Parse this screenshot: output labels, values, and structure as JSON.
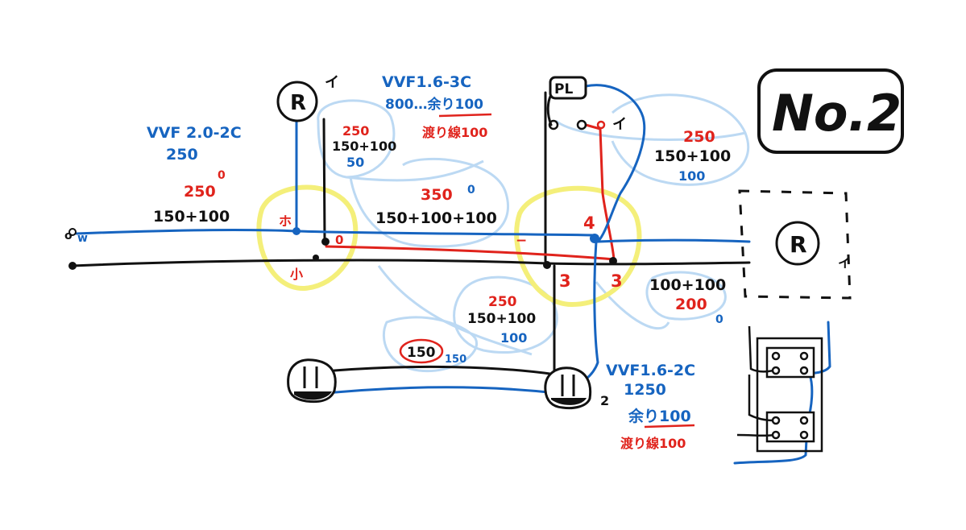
{
  "title": "No.2",
  "symbols": {
    "lamp_r": "R",
    "pilot_lamp": "PL",
    "lamp_label_i": "イ",
    "pl_switch_label": "イ",
    "outlet_number": "2",
    "right_lamp_label": "イ"
  },
  "labels": {
    "left_cable_type": "VVF 2.0-2C",
    "left_cable_len": "250",
    "left_red_val": "250",
    "left_red_mark": "0",
    "left_black_len": "150+100",
    "lamp_drop_red": "250",
    "lamp_drop_black": "150+100",
    "lamp_drop_blue": "50",
    "top_cable_type": "VVF1.6-3C",
    "top_cable_len": "800…余り100",
    "top_red_note": "渡り線100",
    "mid_red_val": "350",
    "mid_red_mark": "0",
    "mid_black_len": "150+100+100",
    "right_red_val": "250",
    "right_black_len": "150+100",
    "right_blue_len": "100",
    "lower_red_val": "250",
    "lower_black_len": "150+100",
    "lower_blue_len": "100",
    "bottom_circled": "150",
    "bottom_blue": "150",
    "right_lower_black": "100+100",
    "right_lower_red": "200",
    "right_lower_blue": "0",
    "bot_cable_type": "VVF1.6-2C",
    "bot_cable_len": "1250",
    "bot_cable_rest": "余り100",
    "bot_red_note": "渡り線100",
    "junction_left_ho": "ホ",
    "junction_left_ko": "小",
    "junction_left_o": "0",
    "junction_right_dash": "−",
    "junction_right_4": "4",
    "junction_right_3a": "3",
    "junction_right_3b": "3",
    "source_o": "o",
    "source_w": "w"
  },
  "colors": {
    "blue_wire": "#1664c0",
    "red_wire": "#e0231c",
    "black_wire": "#111111",
    "yellow_highlight": "#f4ef7a",
    "light_blue_bubble": "#bcd9f3"
  }
}
